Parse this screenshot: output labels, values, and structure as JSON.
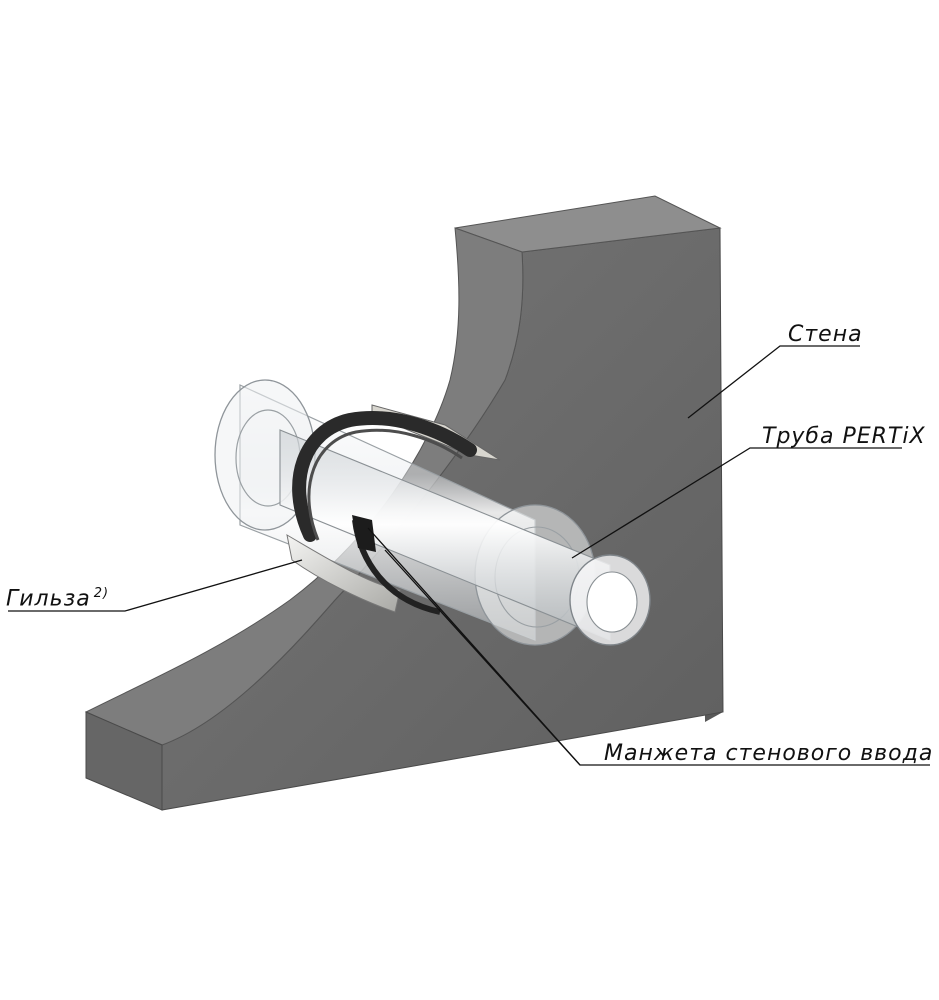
{
  "labels": {
    "wall": "Стена",
    "pipe": "Труба PERTiX",
    "sleeve": "Гильза",
    "sleeve_note": "2)",
    "cuff": "Манжета стенового ввода"
  },
  "colors": {
    "wall_front": "#6f6f6f",
    "wall_top": "#8a8a8a",
    "wall_side": "#5e5e5e",
    "glass": "#d9dde0",
    "cuff": "#2a2a2a",
    "leader": "#111111"
  }
}
